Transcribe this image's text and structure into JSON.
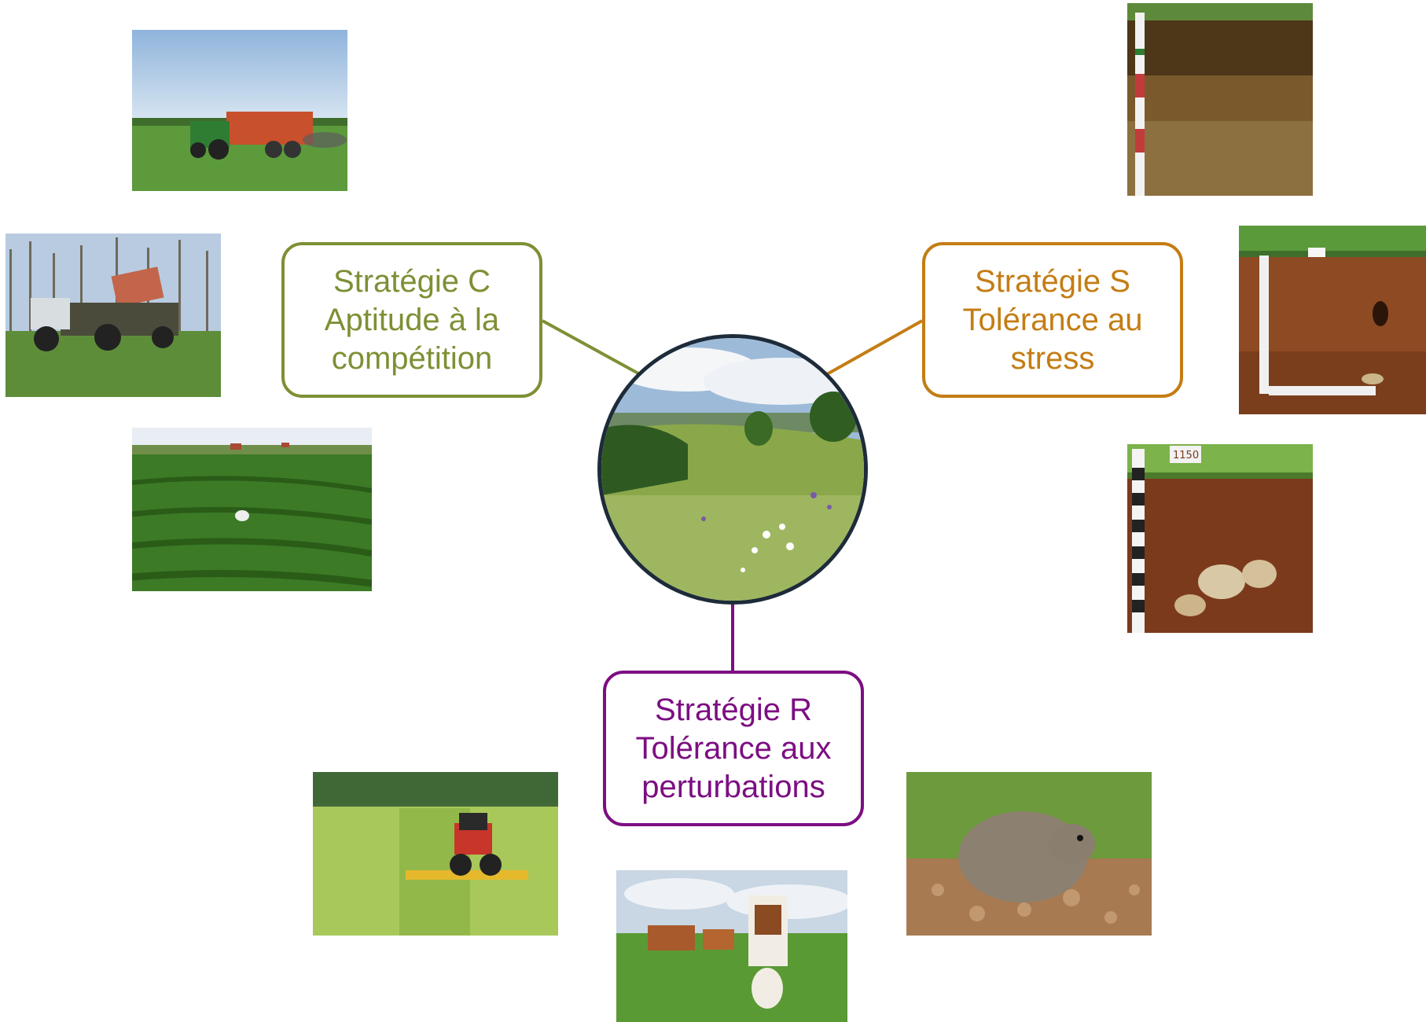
{
  "colors": {
    "strategy_c": "#7d9035",
    "strategy_s": "#c47d14",
    "strategy_r": "#7c0e82",
    "center_ring": "#1d2b3a"
  },
  "strategies": {
    "c": {
      "title": "Stratégie C",
      "line2": "Aptitude à la",
      "line3": "compétition"
    },
    "s": {
      "title": "Stratégie S",
      "line2": "Tolérance au",
      "line3": "stress"
    },
    "r": {
      "title": "Stratégie R",
      "line2": "Tolérance aux",
      "line3": "perturbations"
    }
  },
  "photos": {
    "c_group": [
      "tractor-manure-spreader-photo",
      "tractor-unloading-manure-photo",
      "green-meadow-photo"
    ],
    "s_group": [
      "soil-profile-brown-photo",
      "soil-profile-red-photo",
      "soil-profile-stony-photo"
    ],
    "r_group": [
      "mowing-tractor-photo",
      "grazing-cows-photo",
      "vole-photo"
    ],
    "center": "flowering-grassland-photo",
    "soil_sign_1": "1150"
  }
}
